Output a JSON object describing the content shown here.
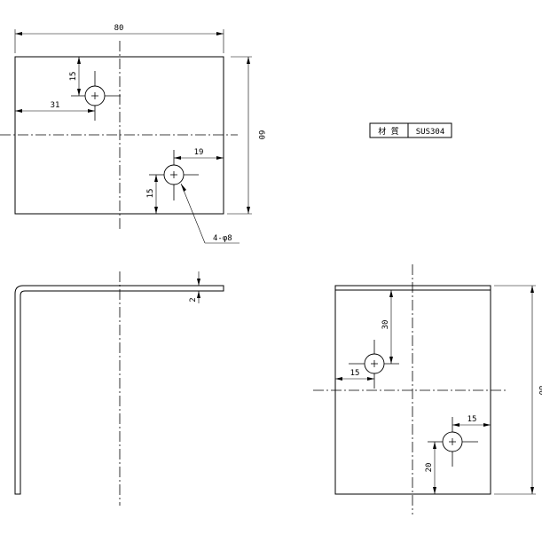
{
  "material_table": {
    "label": "材 質",
    "value": "SUS304"
  },
  "top_view": {
    "width_dim": "80",
    "height_dim": "60",
    "hole1_vertical_dim": "15",
    "hole1_horizontal_dim": "31",
    "hole2_horizontal_dim": "19",
    "hole2_vertical_dim": "15",
    "hole_note": "4-φ8"
  },
  "side_view": {
    "thickness_dim": "2"
  },
  "bottom_right_view": {
    "height_dim": "80",
    "hole1_vertical_dim": "30",
    "hole1_horizontal_dim": "15",
    "hole2_horizontal_dim": "15",
    "hole2_vertical_dim": "20"
  }
}
